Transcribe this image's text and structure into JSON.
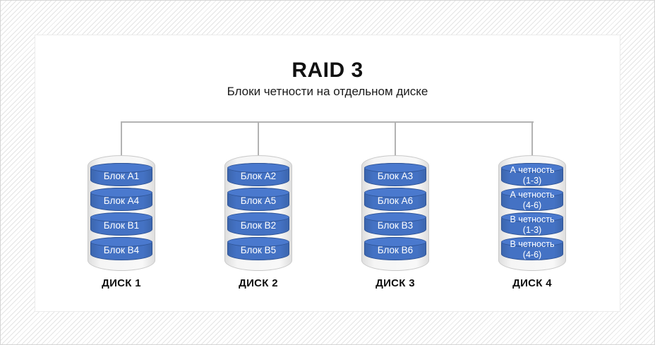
{
  "diagram": {
    "title": "RAID 3",
    "subtitle": "Блоки четности на отдельном диске",
    "disks": [
      {
        "name": "ДИСК 1",
        "blocks": [
          {
            "label": "Блок A1",
            "sub": ""
          },
          {
            "label": "Блок A4",
            "sub": ""
          },
          {
            "label": "Блок B1",
            "sub": ""
          },
          {
            "label": "Блок B4",
            "sub": ""
          }
        ]
      },
      {
        "name": "ДИСК 2",
        "blocks": [
          {
            "label": "Блок A2",
            "sub": ""
          },
          {
            "label": "Блок A5",
            "sub": ""
          },
          {
            "label": "Блок B2",
            "sub": ""
          },
          {
            "label": "Блок B5",
            "sub": ""
          }
        ]
      },
      {
        "name": "ДИСК 3",
        "blocks": [
          {
            "label": "Блок A3",
            "sub": ""
          },
          {
            "label": "Блок A6",
            "sub": ""
          },
          {
            "label": "Блок B3",
            "sub": ""
          },
          {
            "label": "Блок B6",
            "sub": ""
          }
        ]
      },
      {
        "name": "ДИСК 4",
        "blocks": [
          {
            "label": "А четность",
            "sub": "(1-3)"
          },
          {
            "label": "А четность",
            "sub": "(4-6)"
          },
          {
            "label": "В четность",
            "sub": "(1-3)"
          },
          {
            "label": "В четность",
            "sub": "(4-6)"
          }
        ]
      }
    ],
    "colors": {
      "block_fill": "#4472C4",
      "block_border": "#2F5496",
      "connector": "#B3B3B3",
      "cylinder_fill": "#F2F2F2",
      "cylinder_border": "#C9C9C9"
    }
  }
}
